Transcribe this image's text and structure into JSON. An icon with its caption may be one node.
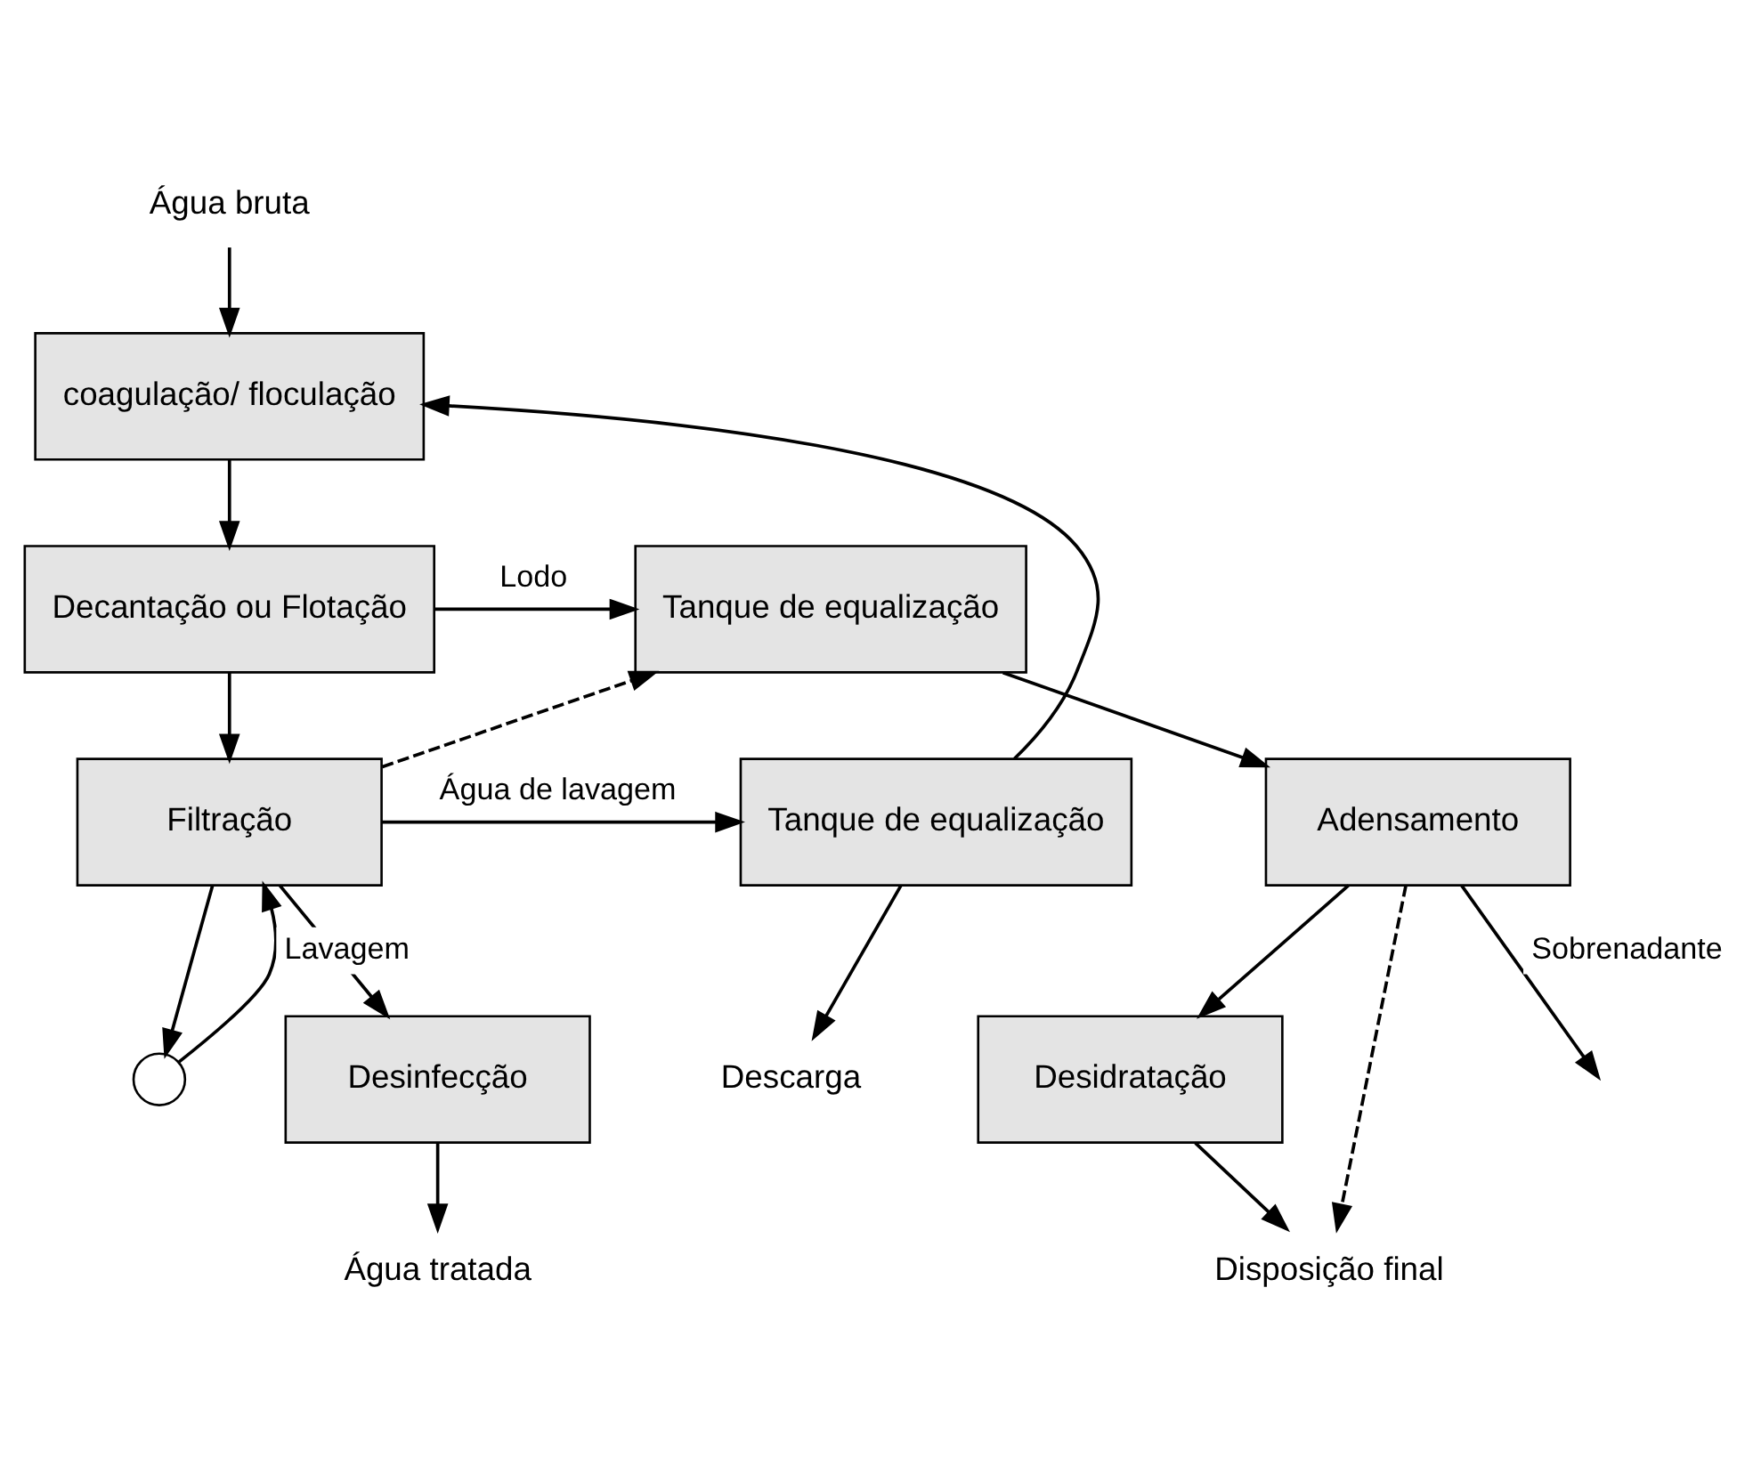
{
  "diagram": {
    "nodes": [
      {
        "text": [
          "Água bruta"
        ]
      },
      {
        "text": [
          "coagulação/ floculação"
        ]
      },
      {
        "text": [
          "Decantação ou Flotação"
        ]
      },
      {
        "text": [
          "Filtração"
        ]
      },
      {
        "text": [],
        "shape": "circle"
      },
      {
        "text": [
          "Desinfecção"
        ]
      },
      {
        "text": [
          "Água tratada"
        ]
      },
      {
        "text": [
          "Tanque de equalização"
        ]
      },
      {
        "text": [
          "Tanque de equalização"
        ]
      },
      {
        "text": [
          "Adensamento"
        ]
      },
      {
        "text": [
          "Desidratação"
        ]
      },
      {
        "text": [
          "Disposição final"
        ]
      },
      {
        "text": [
          "Descarga"
        ]
      }
    ],
    "edges": [
      {
        "from": 0,
        "to": 1,
        "arrow": "to"
      },
      {
        "from": 1,
        "to": 2,
        "arrow": "to"
      },
      {
        "from": 2,
        "to": 3,
        "arrow": "to"
      },
      {
        "from": 2,
        "to": 7,
        "arrow": "to",
        "label": "Lodo"
      },
      {
        "from": 3,
        "to": 5,
        "arrow": "to"
      },
      {
        "from": 3,
        "to": 4,
        "arrow": "to"
      },
      {
        "from": 4,
        "to": 3,
        "arrow": "to",
        "label": "Lavagem"
      },
      {
        "from": 3,
        "to": 8,
        "arrow": "to",
        "label": "Água de lavagem"
      },
      {
        "from": 3,
        "to": 7,
        "arrow": "to",
        "style": "dashed"
      },
      {
        "from": 5,
        "to": 6,
        "arrow": "to"
      },
      {
        "from": 7,
        "to": 9,
        "arrow": "to"
      },
      {
        "from": 8,
        "to": 1,
        "arrow": "to"
      },
      {
        "from": 8,
        "to": 12,
        "arrow": "to"
      },
      {
        "from": 9,
        "to": null,
        "arrow": "to",
        "label": "Sobrenadante"
      },
      {
        "from": 9,
        "to": 10,
        "arrow": "to"
      },
      {
        "from": 9,
        "to": 11,
        "arrow": "to",
        "style": "dashed"
      },
      {
        "from": 10,
        "to": 11,
        "arrow": "to"
      }
    ]
  }
}
